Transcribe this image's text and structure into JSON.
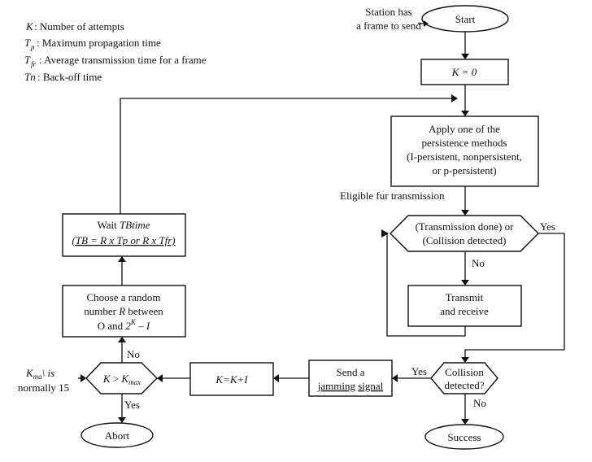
{
  "legend": [
    {
      "sym": "K",
      "sub": "",
      "text": ": Number of attempts"
    },
    {
      "sym": "T",
      "sub": "p",
      "text": ": Maximum propagation time"
    },
    {
      "sym": "T",
      "sub": "fr",
      "text": ": Average transmission time for a frame"
    },
    {
      "sym": "Tn",
      "sub": "",
      "text": ": Back-off time"
    }
  ],
  "start_note": [
    "Station has",
    "a frame to send"
  ],
  "start": "Start",
  "k_zero": "K = 0",
  "persistence": [
    "Apply one of the",
    "persistence methods",
    "(I-persistent, nonpersistent,",
    "or p-persistent)"
  ],
  "eligible": "Eligible fur transmission",
  "decision_tx": [
    "(Transmission done) or",
    "(Collision detected)"
  ],
  "transmit": [
    "Transmit",
    "and receive"
  ],
  "collision_q": [
    "Collision",
    "detected?"
  ],
  "success": "Success",
  "jam": {
    "line1": "Send a",
    "word1": "jamming",
    "word2": "signal"
  },
  "k_inc": "K=K+I",
  "kmax_check": {
    "k": "K",
    "op": " > ",
    "kmax": "K",
    "kmax_sub": "max"
  },
  "kmax_note": {
    "k": "K",
    "sub": "ma",
    "tail": "\\ is",
    "line2": "normally 15"
  },
  "abort": "Abort",
  "random_box": {
    "line1": "Choose a random",
    "line2_pre": "number ",
    "line2_r": "R",
    "line2_post": " between",
    "line3_pre": "O and ",
    "line3_base": "2",
    "line3_exp": "K",
    "line3_post": " – I"
  },
  "wait_box": {
    "line1_pre": "Wait ",
    "line1_it": "TBtime",
    "line2": "(TB = R x Tp or R x Tfr)"
  },
  "labels": {
    "yes": "Yes",
    "no": "No"
  }
}
